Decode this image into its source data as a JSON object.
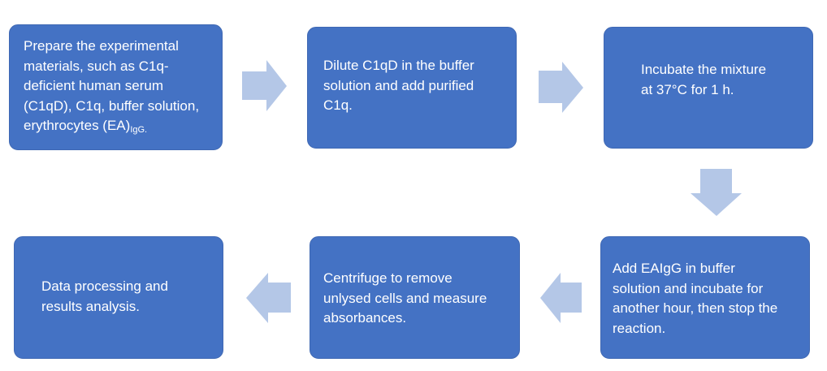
{
  "diagram": {
    "type": "flowchart",
    "colors": {
      "box_fill": "#4472c4",
      "box_text": "#ffffff",
      "arrow_fill": "#b4c7e7",
      "background": "#ffffff"
    },
    "steps": [
      {
        "id": 1,
        "text": "Prepare the experimental materials, such as C1q-deficient human serum (C1qD), C1q, buffer solution, erythrocytes (EA)",
        "subscript": "IgG."
      },
      {
        "id": 2,
        "text": "Dilute C1qD in the buffer solution and add purified C1q."
      },
      {
        "id": 3,
        "text": "Incubate the mixture at 37°C for 1 h."
      },
      {
        "id": 4,
        "text": "Add EAIgG in buffer solution and incubate for another hour, then stop the reaction."
      },
      {
        "id": 5,
        "text": "Centrifuge to remove unlysed cells and measure absorbances."
      },
      {
        "id": 6,
        "text": "Data processing and results analysis."
      }
    ],
    "connections": [
      {
        "from": 1,
        "to": 2,
        "direction": "right"
      },
      {
        "from": 2,
        "to": 3,
        "direction": "right"
      },
      {
        "from": 3,
        "to": 4,
        "direction": "down"
      },
      {
        "from": 4,
        "to": 5,
        "direction": "left"
      },
      {
        "from": 5,
        "to": 6,
        "direction": "left"
      }
    ]
  },
  "lines": {
    "s1": [
      "Prepare the experimental",
      "materials, such as C1q-",
      "deficient human serum",
      "(C1qD), C1q, buffer solution,",
      "erythrocytes (EA)"
    ],
    "s1_sub": "IgG.",
    "s2": [
      "Dilute C1qD in the buffer",
      "solution and add purified",
      "C1q."
    ],
    "s3": [
      "Incubate the mixture",
      "at 37°C for 1 h."
    ],
    "s4": [
      "Add EAIgG in buffer",
      "solution and incubate for",
      "another hour, then stop the",
      "reaction."
    ],
    "s5": [
      "Centrifuge to remove",
      "unlysed cells and measure",
      "absorbances."
    ],
    "s6": [
      "Data processing and",
      "results analysis."
    ]
  }
}
